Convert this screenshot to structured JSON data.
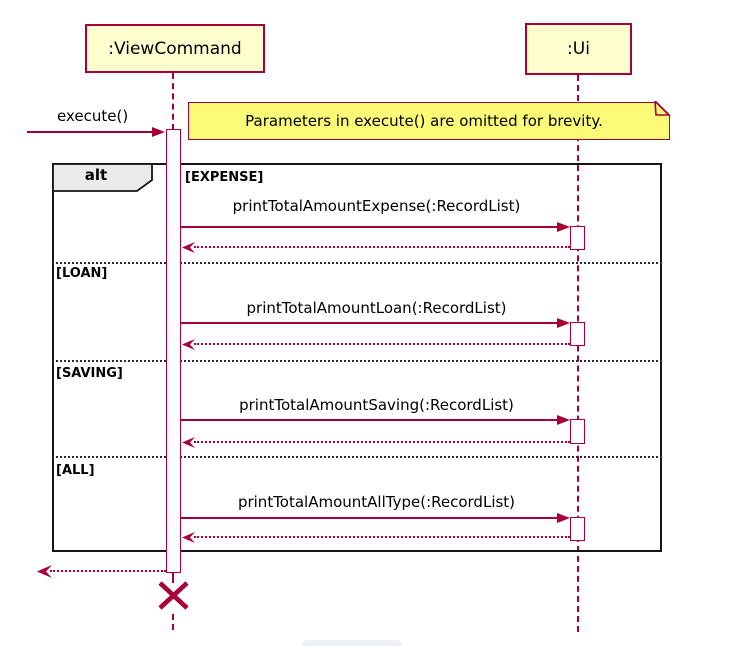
{
  "diagram_type": "uml-sequence-diagram",
  "participants": [
    {
      "name": ":ViewCommand"
    },
    {
      "name": ":Ui"
    }
  ],
  "incoming": {
    "label": "execute()"
  },
  "note": {
    "text": "Parameters in execute() are omitted for brevity."
  },
  "alt_frame": {
    "operator": "alt",
    "sections": [
      {
        "guard": "[EXPENSE]",
        "call": "printTotalAmountExpense(:RecordList)"
      },
      {
        "guard": "[LOAN]",
        "call": "printTotalAmountLoan(:RecordList)"
      },
      {
        "guard": "[SAVING]",
        "call": "printTotalAmountSaving(:RecordList)"
      },
      {
        "guard": "[ALL]",
        "call": "printTotalAmountAllType(:RecordList)"
      }
    ]
  },
  "colors": {
    "accent": "#A80036",
    "participant_fill": "#FEFECE",
    "note_fill": "#FBFB77",
    "frame_border": "#151515",
    "operator_fill": "#EBEBEB"
  }
}
